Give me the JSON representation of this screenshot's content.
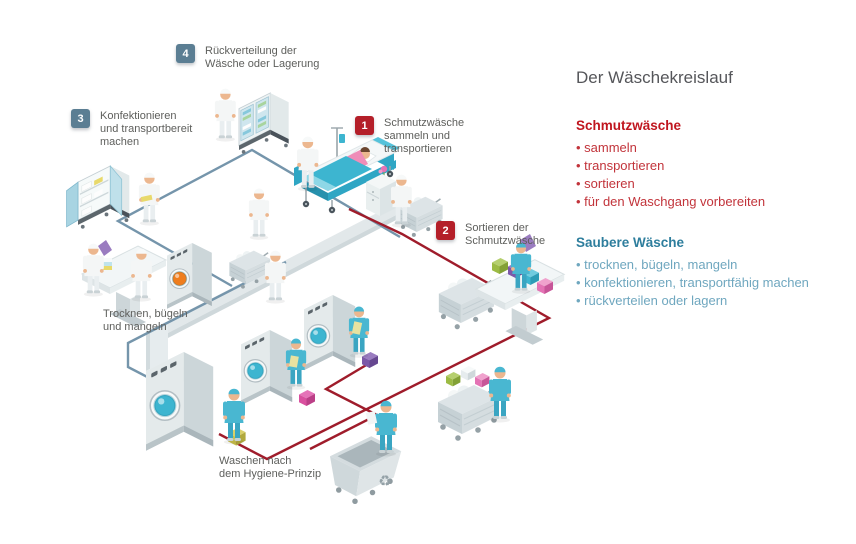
{
  "legend": {
    "title": "Der Wäschekreislauf",
    "dirty": {
      "heading": "Schmutzwäsche",
      "items": [
        "sammeln",
        "transportieren",
        "sortieren",
        "für den Waschgang vorbereiten"
      ]
    },
    "clean": {
      "heading": "Saubere Wäsche",
      "items": [
        "trocknen, bügeln, mangeln",
        "konfektionieren, transportfähig machen",
        "rückverteilen oder lagern"
      ]
    }
  },
  "steps": [
    {
      "number": "1",
      "label": "Schmutzwäsche\nsammeln und\ntransportieren"
    },
    {
      "number": "2",
      "label": "Sortieren der\nSchmutzwäsche"
    },
    {
      "number": "3",
      "label": "Konfektionieren\nund transportbereit\nmachen"
    },
    {
      "number": "4",
      "label": "Rückverteilung der\nWäsche oder Lagerung"
    }
  ],
  "annotations": [
    {
      "text": "Trocknen, bügeln\nund mangeln"
    },
    {
      "text": "Waschen nach\ndem Hygiene-Prinzip"
    }
  ],
  "icons": {
    "recycle": "♻"
  },
  "colors": {
    "dirty_badge": "#b41f29",
    "clean_badge": "#5b7e93",
    "dirty_line": "#9f1c2b",
    "clean_line": "#7595ab",
    "heading_dirty": "#c0161f",
    "heading_clean": "#2e7e9d",
    "bullet_dirty": "#c2343b",
    "bullet_clean": "#6fa7bf",
    "machine_door_teal": "#3db5d0",
    "dryer_door_orange": "#ef7d1d"
  }
}
